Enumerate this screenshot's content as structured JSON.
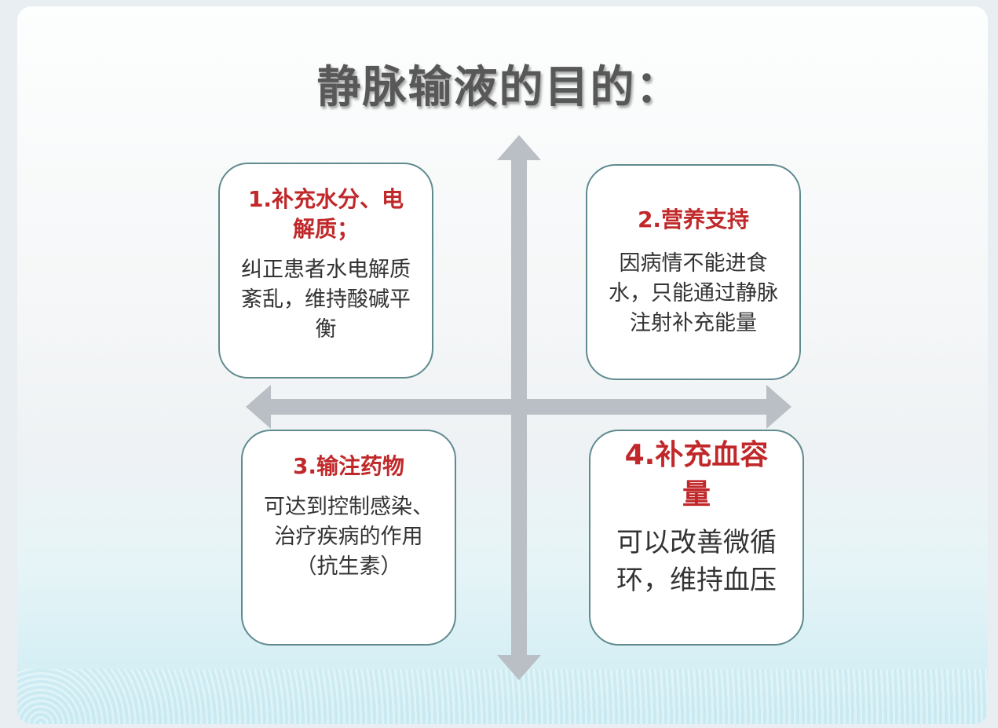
{
  "title": "静脉输液的目的：",
  "boxes": [
    {
      "heading": "1.补充水分、电解质；",
      "body": "纠正患者水电解质紊乱，维持酸碱平衡"
    },
    {
      "heading": "2.营养支持",
      "body": "因病情不能进食水，只能通过静脉注射补充能量"
    },
    {
      "heading": "3.输注药物",
      "body": "可达到控制感染、治疗疾病的作用（抗生素）"
    },
    {
      "heading": "4.补充血容量",
      "body": "可以改善微循环，维持血压"
    }
  ],
  "colors": {
    "heading": "#c0282a",
    "border": "#5f8b8f",
    "arrow": "#b9bfc5"
  }
}
